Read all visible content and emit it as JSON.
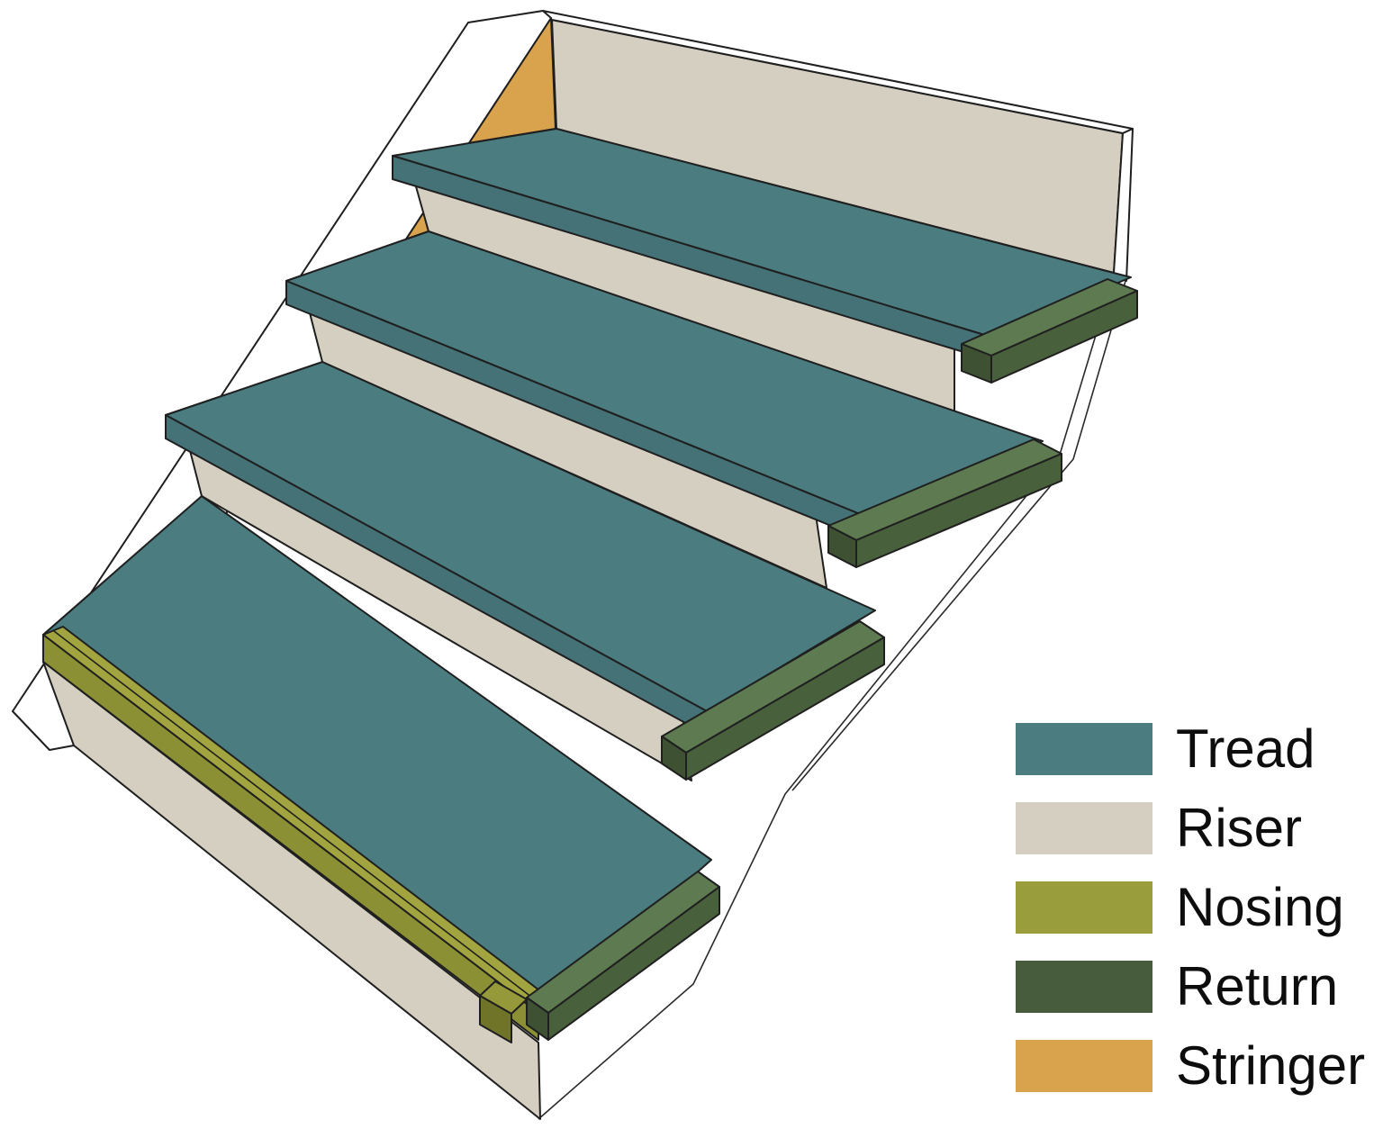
{
  "figure": {
    "name": "staircase-parts-diagram",
    "background": "#ffffff",
    "outline_color": "#1f1f1f"
  },
  "legend": {
    "items": [
      {
        "id": "tread",
        "label": "Tread",
        "color": "#4a7c80"
      },
      {
        "id": "riser",
        "label": "Riser",
        "color": "#d5cfc1"
      },
      {
        "id": "nosing",
        "label": "Nosing",
        "color": "#9a9d3c"
      },
      {
        "id": "return",
        "label": "Return",
        "color": "#475c3c"
      },
      {
        "id": "stringer",
        "label": "Stringer",
        "color": "#d9a24c"
      }
    ]
  },
  "parts": {
    "tread": {
      "top": "#4a7c80",
      "front": "#447277"
    },
    "riser": {
      "face": "#d5cfc1"
    },
    "wall": {
      "face": "#d5cfc1",
      "edge_band": "#ffffff"
    },
    "stringer": {
      "face": "#d9a24c",
      "edge_band": "#ffffff"
    },
    "nosing": {
      "top": "#a2a43f",
      "front": "#8c9034",
      "cap_top": "#96993a",
      "cap_front": "#6f7428"
    },
    "return": {
      "top": "#5d7a50",
      "side": "#49603c",
      "end": "#3e5233"
    }
  }
}
